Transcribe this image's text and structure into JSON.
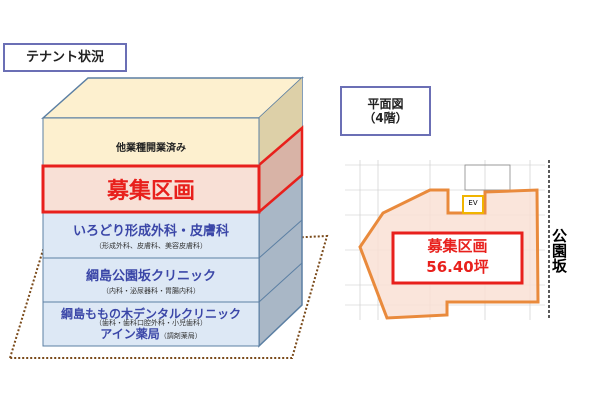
{
  "tenant_title": "テナント状況",
  "floors": [
    {
      "name": "他業種開業済み"
    },
    {
      "name": "募集区画"
    },
    {
      "name": "いろどり形成外科・皮膚科",
      "detail": "（形成外科、皮膚科、美容皮膚科）"
    },
    {
      "name": "綱島公園坂クリニック",
      "detail": "（内科・泌尿器科・胃腸内科）"
    },
    {
      "name": "綱島ももの木デンタルクリニック",
      "detail": "（歯科・歯科口腔外科・小児歯科）",
      "name2": "アイン薬局",
      "detail2": "（調剤薬局）"
    }
  ],
  "plan_title_line1": "平面図",
  "plan_title_line2": "（4階）",
  "plan": {
    "ev_label": "EV",
    "vacancy_label": "募集区画",
    "area": "56.40坪",
    "street": "公園坂"
  },
  "colors": {
    "accent_red": "#e8201c",
    "orange": "#e98a3c",
    "blue_text": "#3b47a8"
  }
}
